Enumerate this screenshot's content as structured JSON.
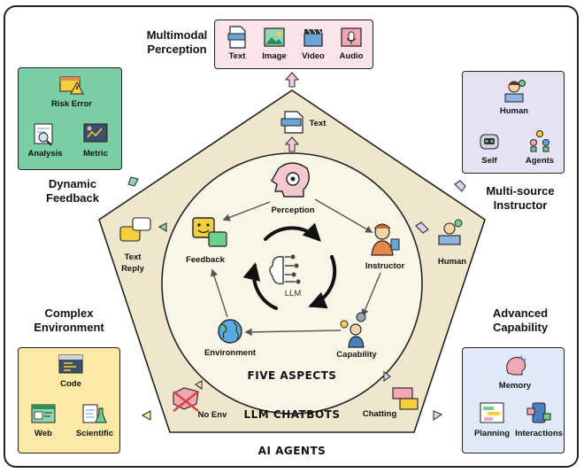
{
  "diagram": {
    "outer_label": "AI AGENTS",
    "pentagon_label": "LLM CHATBOTS",
    "circle_label": "FIVE ASPECTS",
    "center_label": "LLM",
    "aspects": {
      "perception": "Perception",
      "instructor": "Instructor",
      "capability": "Capability",
      "environment": "Environment",
      "feedback": "Feedback"
    },
    "chatbot_items": {
      "text": "Text",
      "human": "Human",
      "chatting": "Chatting",
      "no_env": "No Env",
      "text_reply": "Text\nReply"
    },
    "groups": {
      "multimodal": {
        "title": "Multimodal\nPerception",
        "items": [
          "Text",
          "Image",
          "Video",
          "Audio"
        ],
        "color": "#fbe3ea"
      },
      "instructor": {
        "title": "Multi-source\nInstructor",
        "items": [
          "Human",
          "Self",
          "Agents"
        ],
        "color": "#e6e2f3"
      },
      "capability": {
        "title": "Advanced\nCapability",
        "items": [
          "Memory",
          "Planning",
          "Interactions"
        ],
        "color": "#dfe9f7"
      },
      "environment": {
        "title": "Complex\nEnvironment",
        "items": [
          "Code",
          "Web",
          "Scientific"
        ],
        "color": "#fbeaa6"
      },
      "feedback": {
        "title": "Dynamic\nFeedback",
        "items": [
          "Risk Error",
          "Analysis",
          "Metric"
        ],
        "color": "#79cfa3"
      }
    },
    "colors": {
      "pentagon_fill": "#efe6cd",
      "circle_fill": "#f9f5e7",
      "arrow": "#555555"
    }
  }
}
